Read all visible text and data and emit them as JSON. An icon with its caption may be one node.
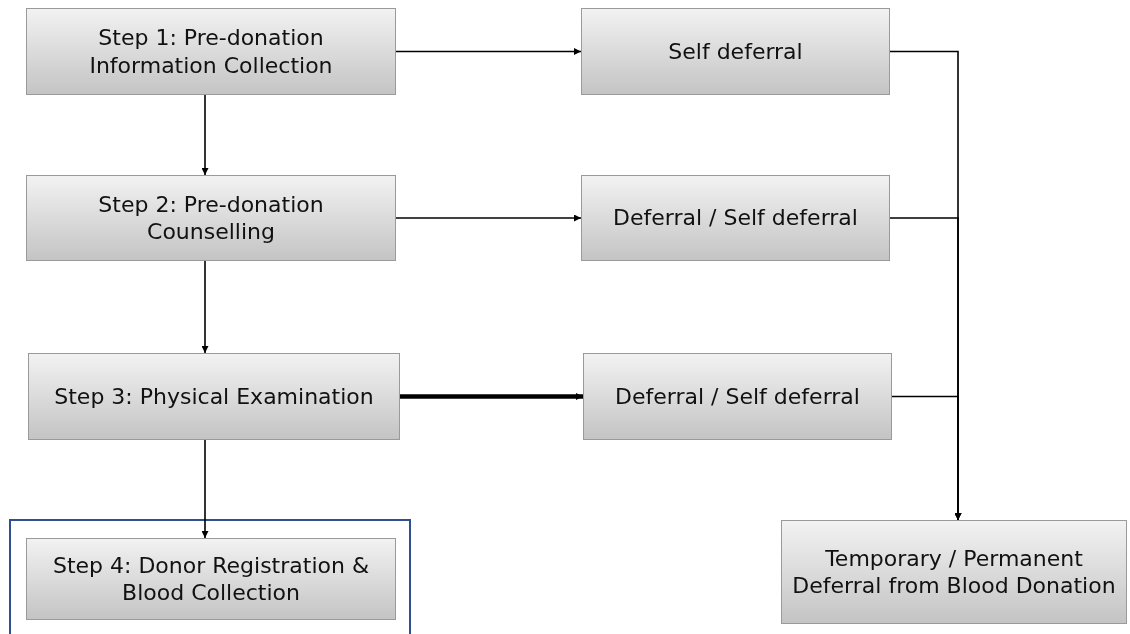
{
  "diagram": {
    "nodes": [
      {
        "text": [
          "Step 1: Pre-donation Information Collection"
        ]
      },
      {
        "text": [
          "Self deferral"
        ]
      },
      {
        "text": [
          "Step 2: Pre-donation Counselling"
        ]
      },
      {
        "text": [
          "Deferral / Self deferral"
        ]
      },
      {
        "text": [
          "Step 3: Physical Examination"
        ]
      },
      {
        "text": [
          "Deferral / Self deferral"
        ]
      },
      {
        "text": [
          "Step 4: Donor Registration & Blood Collection"
        ]
      },
      {
        "text": [
          "Temporary / Permanent Deferral from Blood Donation"
        ]
      }
    ],
    "edges": [
      {
        "from": 0,
        "to": 1,
        "arrow": "to"
      },
      {
        "from": 0,
        "to": 2,
        "arrow": "to"
      },
      {
        "from": 2,
        "to": 3,
        "arrow": "to"
      },
      {
        "from": 2,
        "to": 4,
        "arrow": "to"
      },
      {
        "from": 4,
        "to": 5,
        "arrow": "to",
        "style": "thick"
      },
      {
        "from": 4,
        "to": 6,
        "arrow": "to"
      },
      {
        "from": 1,
        "to": 7,
        "arrow": "to"
      },
      {
        "from": 3,
        "to": 7,
        "arrow": "to"
      },
      {
        "from": 5,
        "to": 7,
        "arrow": "to"
      }
    ]
  }
}
